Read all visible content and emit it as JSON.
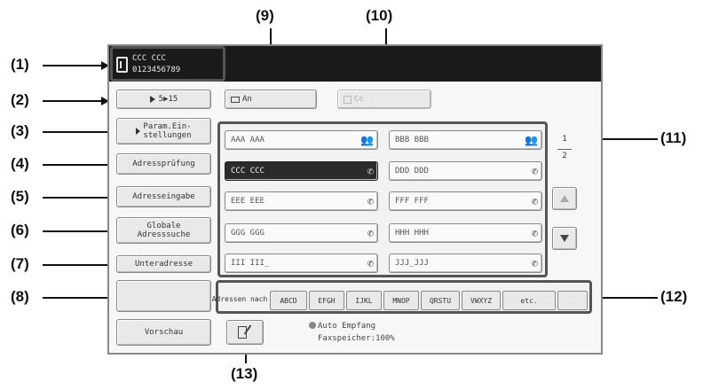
{
  "callouts": [
    "(1)",
    "(2)",
    "(3)",
    "(4)",
    "(5)",
    "(6)",
    "(7)",
    "(8)",
    "(9)",
    "(10)",
    "(11)",
    "(12)",
    "(13)"
  ],
  "destination": {
    "line1": "CCC CCC",
    "line2": "0123456789",
    "icon": "address-book-icon"
  },
  "buttons": {
    "counter": "5▶15",
    "param": "Param.Ein-\nstellungen",
    "adresspruefung": "Adressprüfung",
    "adresseingabe": "Adresseingabe",
    "globale": "Globale\nAdresssuche",
    "unteradresse": "Unteradresse",
    "vorschau": "Vorschau",
    "an": "An",
    "cc": "Cc"
  },
  "entries": [
    {
      "label": "AAA AAA",
      "icon": "group-icon",
      "selected": false
    },
    {
      "label": "BBB BBB",
      "icon": "group-icon",
      "selected": false
    },
    {
      "label": "CCC CCC",
      "icon": "phone-icon",
      "selected": true
    },
    {
      "label": "DDD DDD",
      "icon": "phone-icon",
      "selected": false
    },
    {
      "label": "EEE EEE",
      "icon": "phone-icon",
      "selected": false
    },
    {
      "label": "FFF FFF",
      "icon": "phone-icon",
      "selected": false
    },
    {
      "label": "GGG GGG",
      "icon": "phone-icon",
      "selected": false
    },
    {
      "label": "HHH HHH",
      "icon": "phone-icon",
      "selected": false
    },
    {
      "label": "III III_",
      "icon": "phone-icon",
      "selected": false
    },
    {
      "label": "JJJ_JJJ",
      "icon": "phone-icon",
      "selected": false
    }
  ],
  "pagination": {
    "current": "1",
    "total": "2"
  },
  "tabs": [
    "Adressen nach",
    "ABCD",
    "EFGH",
    "IJKL",
    "MNOP",
    "QRSTU",
    "VWXYZ",
    "etc.",
    ""
  ],
  "tab_prefixes": [
    "",
    "ABCD",
    "",
    "",
    "",
    "",
    "",
    "",
    ""
  ],
  "status": {
    "line1": "Auto Empfang",
    "line2": "Faxspeicher:100%"
  },
  "colors": {
    "topbar": "#1a1a1a",
    "selected_entry": "#2b2b2b",
    "button_face": "#e9e9e9",
    "highlight_border": "#555555"
  }
}
